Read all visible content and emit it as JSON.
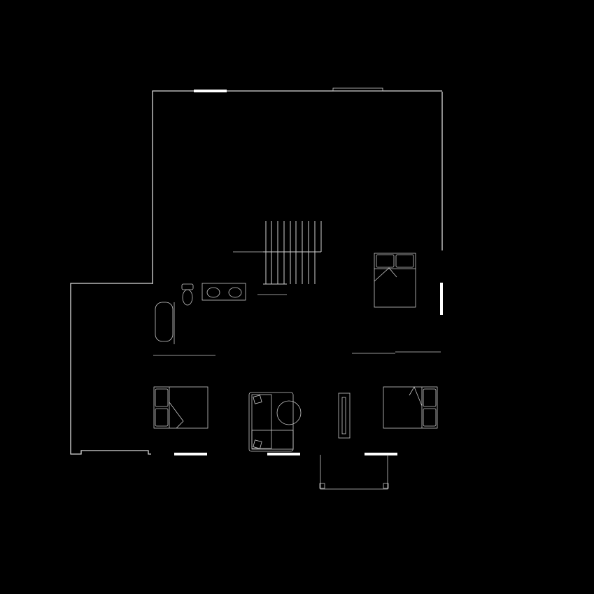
{
  "plan": {
    "background": "#000000",
    "line_color": "#d9d9d9",
    "window_color": "#ffffff",
    "room_labels": [],
    "fixtures": [
      "stair",
      "toilet",
      "double-sink-vanity",
      "bathtub",
      "bed",
      "bed",
      "bed",
      "sofa",
      "round-table",
      "tv-console",
      "porch"
    ]
  }
}
